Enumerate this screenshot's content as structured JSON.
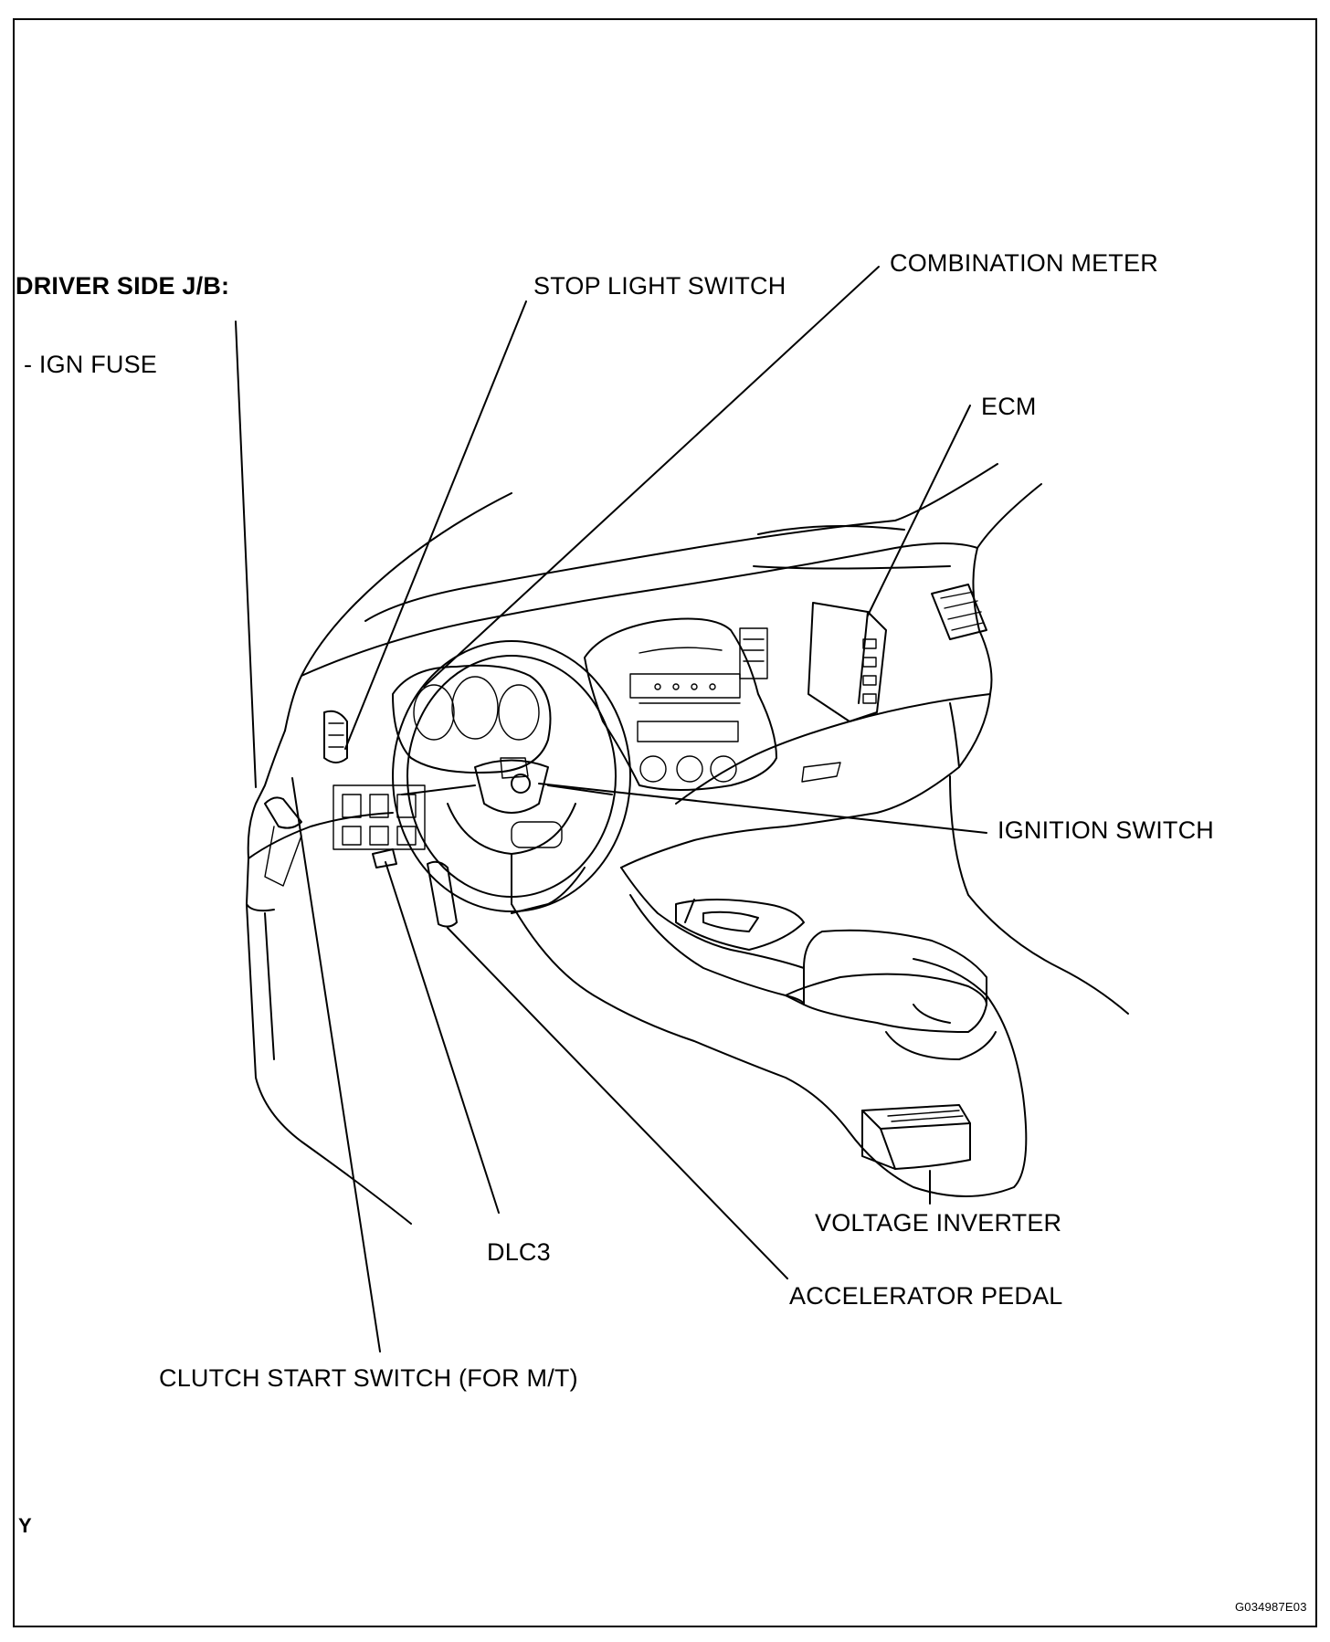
{
  "labels": {
    "driver_side_jb": "DRIVER SIDE J/B:",
    "ign_fuse": "- IGN FUSE",
    "stop_light_switch": "STOP LIGHT SWITCH",
    "combination_meter": "COMBINATION METER",
    "ecm": "ECM",
    "ignition_switch": "IGNITION SWITCH",
    "voltage_inverter": "VOLTAGE INVERTER",
    "dlc3": "DLC3",
    "accelerator_pedal": "ACCELERATOR PEDAL",
    "clutch_start_switch": "CLUTCH START SWITCH (FOR M/T)",
    "corner_mark": "Y",
    "figure_code": "G034987E03"
  }
}
